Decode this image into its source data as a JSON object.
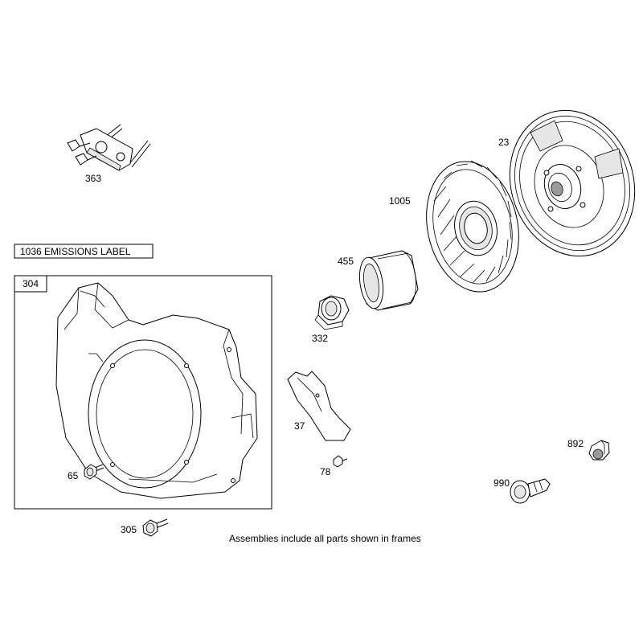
{
  "diagram": {
    "labels": {
      "p363": "363",
      "p23": "23",
      "p1005": "1005",
      "p455": "455",
      "p332": "332",
      "p304": "304",
      "p37": "37",
      "p78": "78",
      "p65": "65",
      "p305": "305",
      "p892": "892",
      "p990": "990"
    },
    "emissions_label": "1036 EMISSIONS LABEL",
    "footer_note": "Assemblies include all parts shown in frames"
  }
}
